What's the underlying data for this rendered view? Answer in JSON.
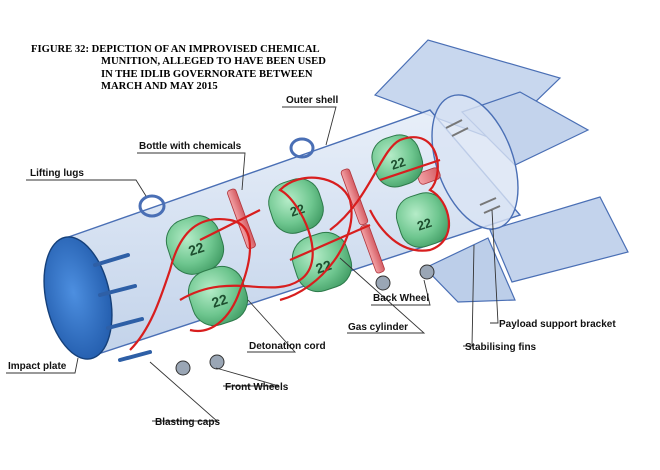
{
  "figure": {
    "title_lines": [
      "FIGURE 32:  DEPICTION OF AN IMPROVISED CHEMICAL",
      "MUNITION, ALLEGED TO HAVE BEEN USED",
      "IN THE IDLIB GOVERNORATE BETWEEN",
      "MARCH AND MAY 2015"
    ]
  },
  "labels": {
    "outer_shell": "Outer shell",
    "bottle_with_chemicals": "Bottle with chemicals",
    "lifting_lugs": "Lifting lugs",
    "back_wheel": "Back Wheel",
    "payload_support_bracket": "Payload support bracket",
    "gas_cylinder": "Gas cylinder",
    "detonation_cord": "Detonation cord",
    "stabilising_fins": "Stabilising fins",
    "impact_plate": "Impact plate",
    "front_wheels": "Front Wheels",
    "blasting_caps": "Blasting caps"
  },
  "cylinder_marking": "22",
  "colors": {
    "shell": "#cfdcef",
    "shell_edge": "#4a6fb5",
    "impact_plate": "#2e6fc2",
    "gas_cylinder": "#7fcf9f",
    "detonation_cord": "#d81e1e",
    "bottle": "#e9858a"
  }
}
